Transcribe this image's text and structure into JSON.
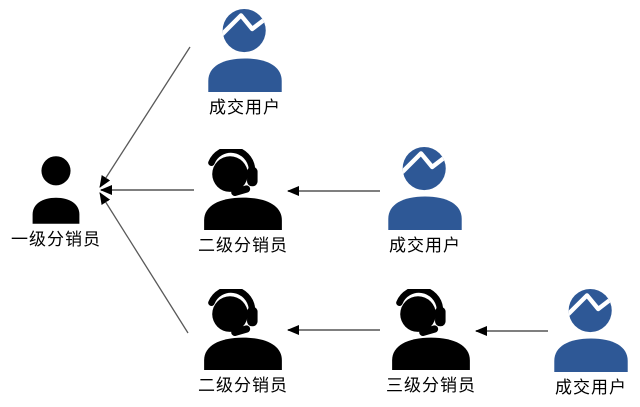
{
  "diagram": {
    "background": "#FFFFFF",
    "colors": {
      "deal_user_icon": "#2E5896",
      "distributor_icon": "#000000",
      "connector_horizontal": "#7F7F7F",
      "connector_diagonal": "#595959",
      "arrowhead": "#000000",
      "label_text": "#000000"
    },
    "nodes": [
      {
        "id": "level1-distributor",
        "label": "一级分销员",
        "icon": "person-silhouette-icon",
        "role": "distributor"
      },
      {
        "id": "deal-user-top",
        "label": "成交用户",
        "icon": "user-icon",
        "role": "deal-user"
      },
      {
        "id": "level2-distributor-mid",
        "label": "二级分销员",
        "icon": "headset-agent-icon",
        "role": "distributor"
      },
      {
        "id": "deal-user-mid",
        "label": "成交用户",
        "icon": "user-icon",
        "role": "deal-user"
      },
      {
        "id": "level2-distributor-bottom",
        "label": "二级分销员",
        "icon": "headset-agent-icon",
        "role": "distributor"
      },
      {
        "id": "level3-distributor",
        "label": "三级分销员",
        "icon": "headset-agent-icon",
        "role": "distributor"
      },
      {
        "id": "deal-user-bottom",
        "label": "成交用户",
        "icon": "user-icon",
        "role": "deal-user"
      }
    ],
    "edges": [
      {
        "from": "deal-user-top",
        "to": "level1-distributor"
      },
      {
        "from": "level2-distributor-mid",
        "to": "level1-distributor"
      },
      {
        "from": "level2-distributor-bottom",
        "to": "level1-distributor"
      },
      {
        "from": "deal-user-mid",
        "to": "level2-distributor-mid"
      },
      {
        "from": "level3-distributor",
        "to": "level2-distributor-bottom"
      },
      {
        "from": "deal-user-bottom",
        "to": "level3-distributor"
      }
    ]
  }
}
